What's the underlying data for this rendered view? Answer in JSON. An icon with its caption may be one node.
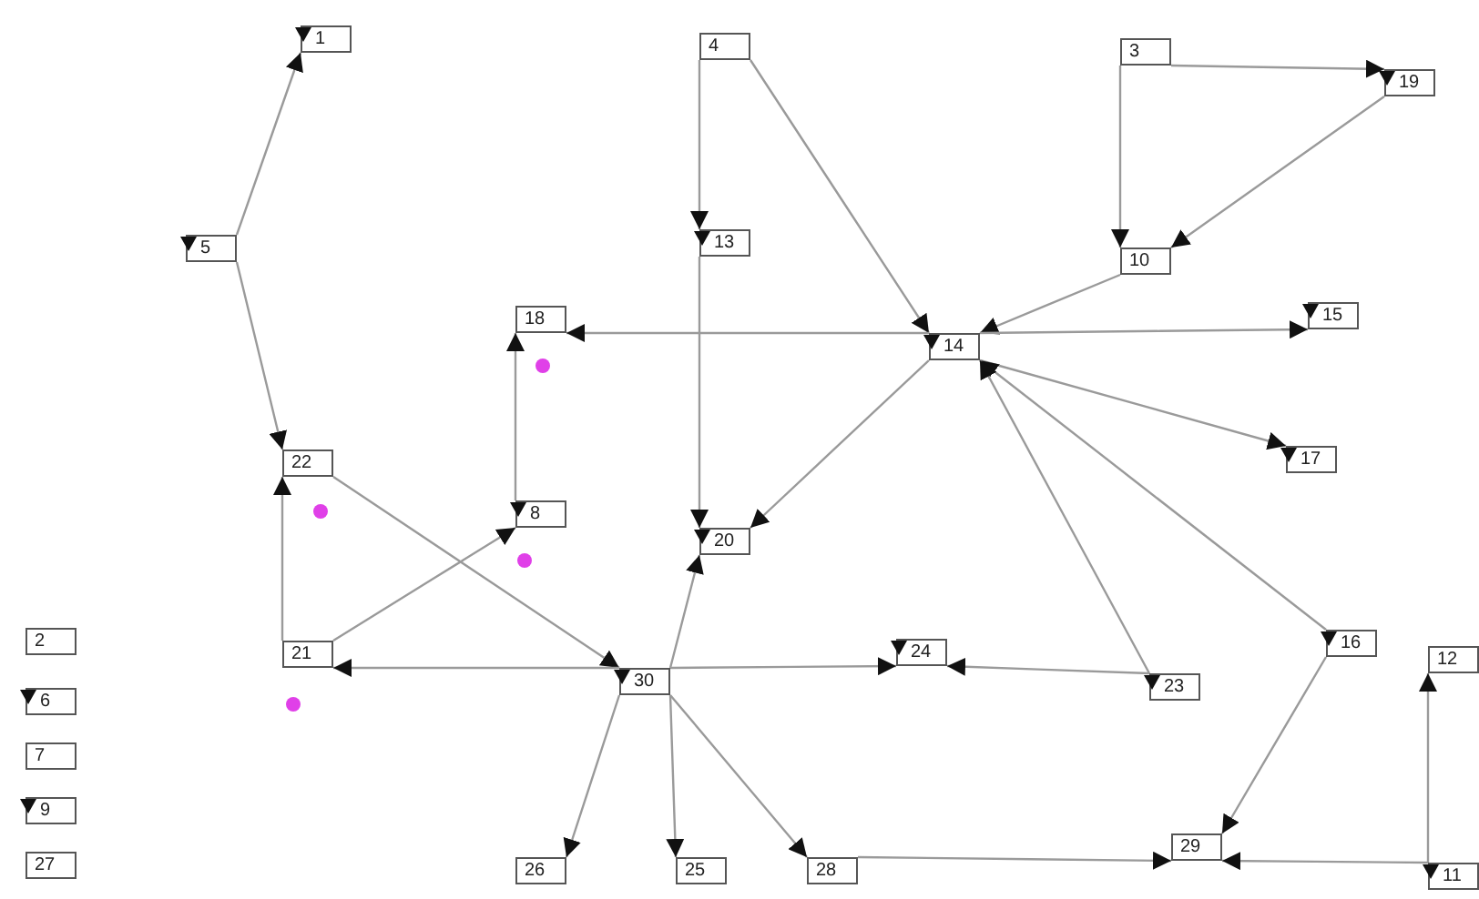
{
  "diagram": {
    "nodes": [
      {
        "text": [
          "1"
        ]
      },
      {
        "text": [
          "2"
        ]
      },
      {
        "text": [
          "3"
        ]
      },
      {
        "text": [
          "4"
        ]
      },
      {
        "text": [
          "5"
        ]
      },
      {
        "text": [
          "6"
        ]
      },
      {
        "text": [
          "7"
        ]
      },
      {
        "text": [
          "8"
        ]
      },
      {
        "text": [
          "9"
        ]
      },
      {
        "text": [
          "10"
        ]
      },
      {
        "text": [
          "11"
        ]
      },
      {
        "text": [
          "12"
        ]
      },
      {
        "text": [
          "13"
        ]
      },
      {
        "text": [
          "14"
        ]
      },
      {
        "text": [
          "15"
        ]
      },
      {
        "text": [
          "16"
        ]
      },
      {
        "text": [
          "17"
        ]
      },
      {
        "text": [
          "18"
        ]
      },
      {
        "text": [
          "19"
        ]
      },
      {
        "text": [
          "20"
        ]
      },
      {
        "text": [
          "21"
        ]
      },
      {
        "text": [
          "22"
        ]
      },
      {
        "text": [
          "23"
        ]
      },
      {
        "text": [
          "24"
        ]
      },
      {
        "text": [
          "25"
        ]
      },
      {
        "text": [
          "26"
        ]
      },
      {
        "text": [
          "27"
        ]
      },
      {
        "text": [
          "28"
        ]
      },
      {
        "text": [
          "29"
        ]
      },
      {
        "text": [
          "30"
        ]
      }
    ],
    "edges": [
      {
        "from": 4,
        "to": 0,
        "arrow": "to"
      },
      {
        "from": 4,
        "to": 21,
        "arrow": "to"
      },
      {
        "from": 3,
        "to": 12,
        "arrow": "to"
      },
      {
        "from": 12,
        "to": 19,
        "arrow": "to"
      },
      {
        "from": 3,
        "to": 13,
        "arrow": "to"
      },
      {
        "from": 2,
        "to": 18,
        "arrow": "to"
      },
      {
        "from": 2,
        "to": 9,
        "arrow": "to"
      },
      {
        "from": 18,
        "to": 9,
        "arrow": "to"
      },
      {
        "from": 9,
        "to": 13,
        "arrow": "to"
      },
      {
        "from": 13,
        "to": 17,
        "arrow": "to"
      },
      {
        "from": 13,
        "to": 14,
        "arrow": "to"
      },
      {
        "from": 13,
        "to": 16,
        "arrow": "to"
      },
      {
        "from": 15,
        "to": 13,
        "arrow": "to"
      },
      {
        "from": 22,
        "to": 13,
        "arrow": "to"
      },
      {
        "from": 13,
        "to": 19,
        "arrow": "to"
      },
      {
        "from": 29,
        "to": 19,
        "arrow": "to"
      },
      {
        "from": 7,
        "to": 17,
        "arrow": "to"
      },
      {
        "from": 20,
        "to": 21,
        "arrow": "to"
      },
      {
        "from": 20,
        "to": 7,
        "arrow": "to"
      },
      {
        "from": 21,
        "to": 29,
        "arrow": "to"
      },
      {
        "from": 29,
        "to": 20,
        "arrow": "to"
      },
      {
        "from": 29,
        "to": 23,
        "arrow": "to"
      },
      {
        "from": 22,
        "to": 23,
        "arrow": "to"
      },
      {
        "from": 29,
        "to": 25,
        "arrow": "to"
      },
      {
        "from": 29,
        "to": 24,
        "arrow": "to"
      },
      {
        "from": 29,
        "to": 27,
        "arrow": "to"
      },
      {
        "from": 27,
        "to": 28,
        "arrow": "to"
      },
      {
        "from": 10,
        "to": 28,
        "arrow": "to"
      },
      {
        "from": 10,
        "to": 11,
        "arrow": "to"
      },
      {
        "from": 15,
        "to": 28,
        "arrow": "to"
      }
    ]
  }
}
